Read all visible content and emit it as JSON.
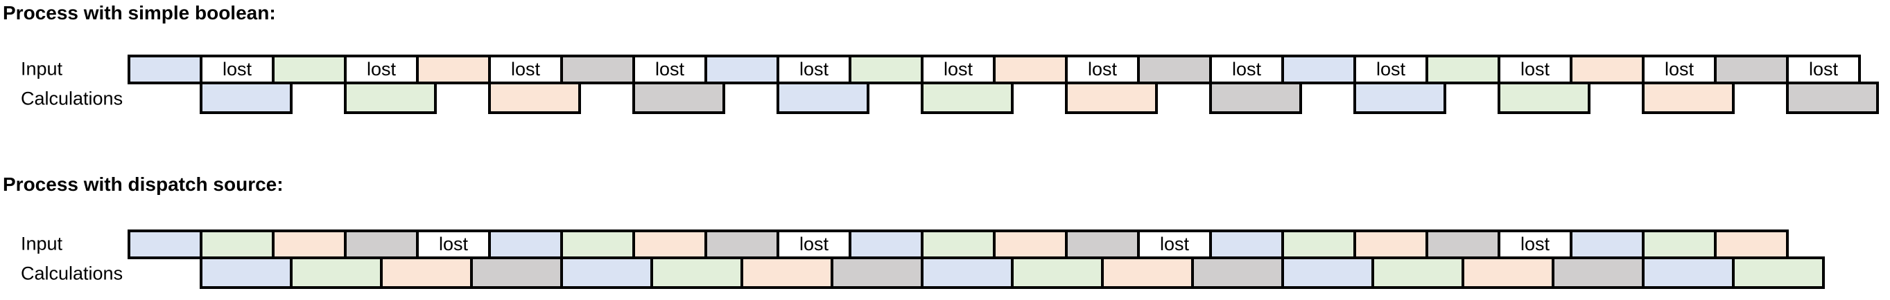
{
  "titles": {
    "process1": "Process with simple boolean:",
    "process2": "Process with dispatch source:"
  },
  "row_labels": {
    "input": "Input",
    "calculations": "Calculations"
  },
  "lost_label": "lost",
  "colors": {
    "blue": "#DAE3F3",
    "green": "#E2EFDA",
    "peach": "#FBE5D6",
    "gray": "#D0CECE",
    "lost_bg": "#FFFFFF",
    "border": "#000000"
  },
  "process1": {
    "title": "Process with simple boolean:",
    "input_sequence": [
      "blue",
      "lost",
      "green",
      "lost",
      "peach",
      "lost",
      "gray",
      "lost",
      "blue",
      "lost",
      "green",
      "lost",
      "peach",
      "lost",
      "gray",
      "lost",
      "blue",
      "lost",
      "green",
      "lost",
      "peach",
      "lost",
      "gray",
      "lost"
    ],
    "calc_sequence": [
      "blue",
      "green",
      "peach",
      "gray",
      "blue",
      "green",
      "peach",
      "gray",
      "blue",
      "green",
      "peach",
      "gray"
    ]
  },
  "process2": {
    "title": "Process with dispatch source:",
    "input_sequence": [
      "blue",
      "green",
      "peach",
      "gray",
      "lost",
      "blue",
      "green",
      "peach",
      "gray",
      "lost",
      "blue",
      "green",
      "peach",
      "gray",
      "lost",
      "blue",
      "green",
      "peach",
      "gray",
      "lost",
      "blue",
      "green",
      "peach"
    ],
    "calc_sequence": [
      "blue",
      "green",
      "peach",
      "gray",
      "blue",
      "green",
      "peach",
      "gray",
      "blue",
      "green",
      "peach",
      "gray",
      "blue",
      "green",
      "peach",
      "gray",
      "blue",
      "green"
    ]
  }
}
